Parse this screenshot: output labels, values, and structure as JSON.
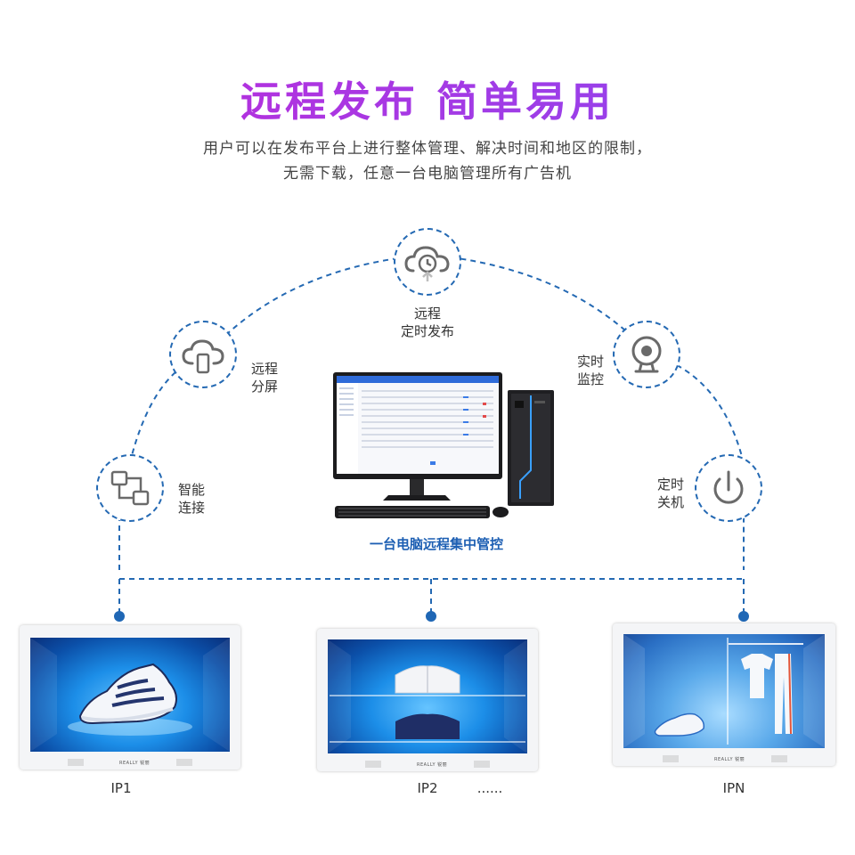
{
  "title": "远程发布  简单易用",
  "subtitle_line1": "用户可以在发布平台上进行整体管理、解决时间和地区的限制，",
  "subtitle_line2": "无需下载，任意一台电脑管理所有广告机",
  "features": [
    {
      "icon": "cloud-upload-timer-icon",
      "line1": "远程",
      "line2": "定时发布"
    },
    {
      "icon": "cloud-phone-icon",
      "line1": "远程",
      "line2": "分屏"
    },
    {
      "icon": "network-connect-icon",
      "line1": "智能",
      "line2": "连接"
    },
    {
      "icon": "webcam-icon",
      "line1": "实时",
      "line2": "监控"
    },
    {
      "icon": "power-icon",
      "line1": "定时",
      "line2": "关机"
    }
  ],
  "pc_caption": "一台电脑远程集中管控",
  "devices": [
    {
      "label": "IP1",
      "brand": "REALLY 锐丽"
    },
    {
      "label": "IP2",
      "brand": "REALLY 锐丽"
    },
    {
      "label": "IPN",
      "brand": "REALLY 锐丽"
    }
  ],
  "ellipsis": "......",
  "colors": {
    "accent": "#2469b3",
    "title_start": "#c02ad8",
    "title_end": "#8a48f0"
  }
}
